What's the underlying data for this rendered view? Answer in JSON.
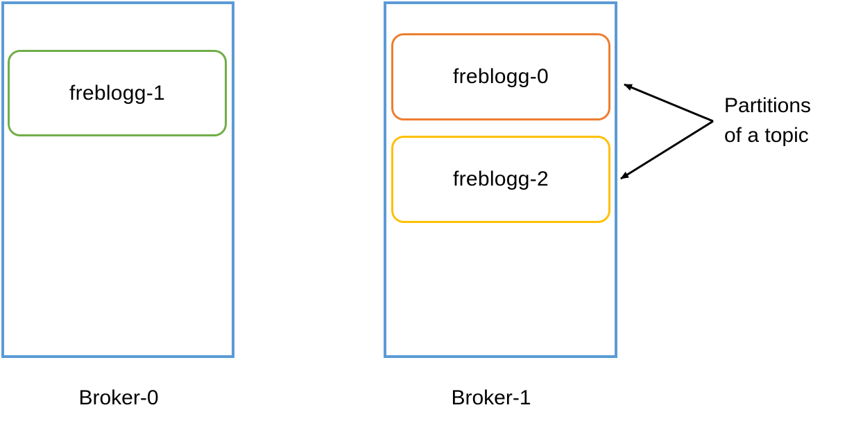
{
  "brokers": [
    {
      "label": "Broker-0",
      "partitions": [
        "freblogg-1"
      ]
    },
    {
      "label": "Broker-1",
      "partitions": [
        "freblogg-0",
        "freblogg-2"
      ]
    }
  ],
  "annotation": {
    "line1": "Partitions",
    "line2": "of a topic"
  },
  "colors": {
    "broker_border": "#5b9bd5",
    "partition_freblogg_1": "#70ad47",
    "partition_freblogg_0": "#ed7d31",
    "partition_freblogg_2": "#ffc000",
    "arrow": "#000000"
  }
}
